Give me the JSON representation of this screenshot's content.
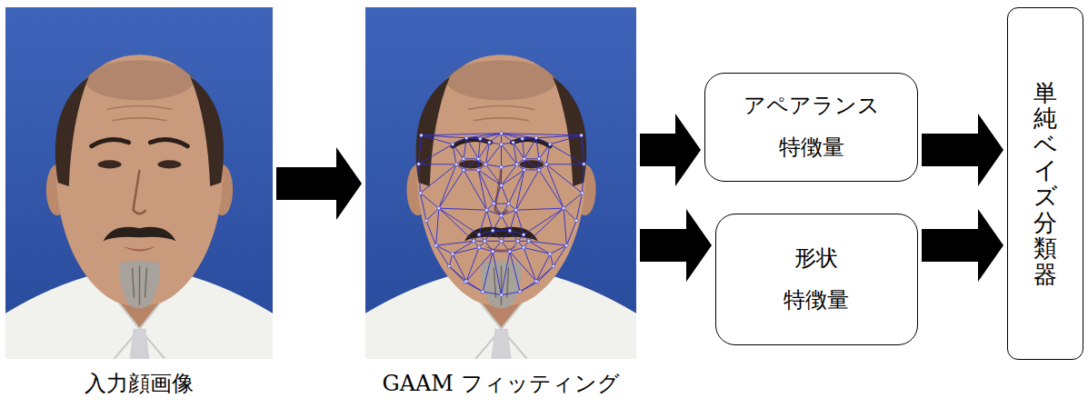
{
  "diagram": {
    "nodes": [
      {
        "text": [
          "入力顔画像"
        ]
      },
      {
        "text": [
          "GAAM フィッティング"
        ]
      },
      {
        "text": [
          "アペアランス 特徴量"
        ]
      },
      {
        "text": [
          "形状 特徴量"
        ]
      },
      {
        "text": [
          "単純ベイズ分類器"
        ]
      }
    ],
    "edges": [
      {
        "from": 0,
        "to": 1,
        "arrow": "to"
      },
      {
        "from": 1,
        "to": 2,
        "arrow": "to"
      },
      {
        "from": 1,
        "to": 3,
        "arrow": "to"
      },
      {
        "from": 2,
        "to": 4,
        "arrow": "to"
      },
      {
        "from": 3,
        "to": 4,
        "arrow": "to"
      }
    ]
  }
}
